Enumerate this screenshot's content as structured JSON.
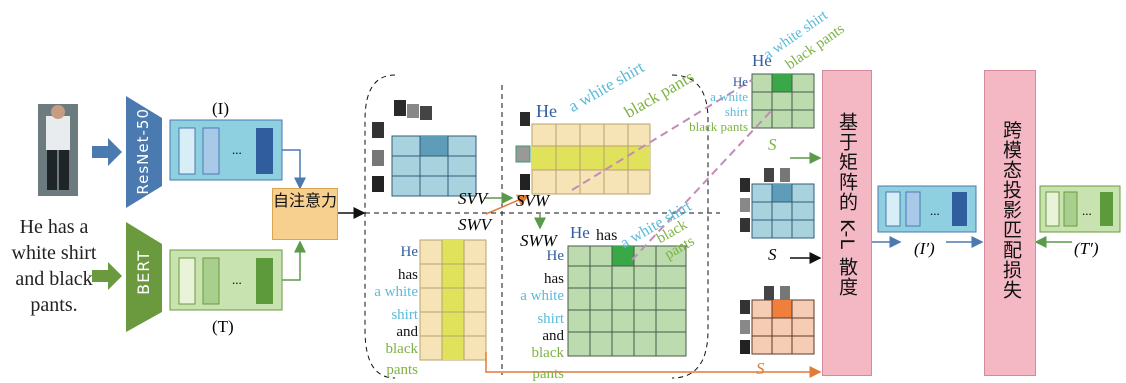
{
  "caption_text": [
    "He has a",
    "white shirt",
    "and black",
    "pants."
  ],
  "resnet_label": "ResNet-50",
  "bert_label": "BERT",
  "image_feat_label": "(I)",
  "text_feat_label": "(T)",
  "self_attention_label": "自注意力",
  "svv_label": "SVV",
  "svw_label": "SVW",
  "swv_label": "SWV",
  "sww_label": "SWW",
  "words_col": [
    "He",
    "has",
    "a white",
    "shirt",
    "and",
    "black",
    "pants"
  ],
  "words_top": [
    "He",
    "a white shirt",
    "black pants"
  ],
  "words_top2": [
    "He",
    "has",
    "a white shirt",
    "black",
    "pants"
  ],
  "sii_im_label": "S",
  "sii_label": "S",
  "sii_cm_label": "S",
  "kl_label": "基于矩阵的 K-L 散度",
  "cmpm_label": "跨模态投影匹配损失",
  "i_prime_label": "(I′)",
  "t_prime_label": "(T′)",
  "ellipsis": "...",
  "colors": {
    "image_feat": "#8ecfe0",
    "text_feat": "#9ccc7a",
    "cell_blue": "#7fb3c8",
    "cell_yellow": "#dfe25a",
    "cell_green": "#3aa849",
    "cell_orange": "#f07f3c",
    "kl_box": "#f4b7c4"
  }
}
